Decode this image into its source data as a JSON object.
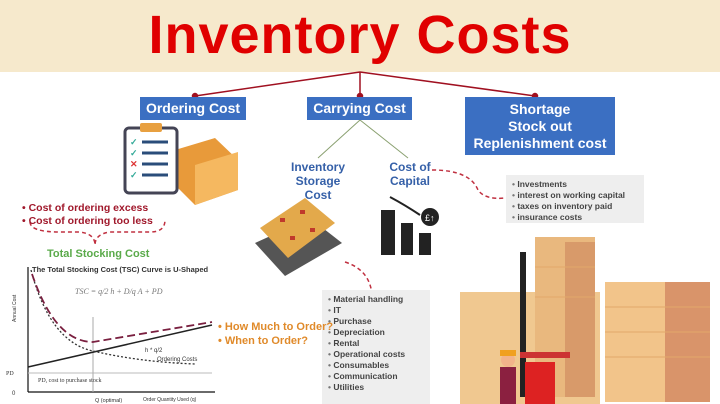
{
  "title": "Inventory Costs",
  "categories": {
    "ordering": "Ordering Cost",
    "carrying": "Carrying Cost",
    "shortage": [
      "Shortage",
      "Stock out",
      "Replenishment cost"
    ]
  },
  "carrying_sub": {
    "storage": [
      "Inventory",
      "Storage Cost"
    ],
    "capital": [
      "Cost of",
      "Capital"
    ]
  },
  "ordering_points": [
    "Cost of ordering excess",
    "Cost of ordering too less"
  ],
  "total_stocking_label": "Total Stocking Cost",
  "capital_list": [
    "Investments",
    "interest on working capital",
    "taxes on inventory paid",
    "insurance costs"
  ],
  "storage_list": [
    "Material handling",
    "IT",
    "Purchase",
    "Depreciation",
    "Rental",
    "Operational costs",
    "Consumables",
    "Communication",
    "Utilities"
  ],
  "questions": [
    "How Much to Order?",
    "When to Order?"
  ],
  "chart": {
    "title": "The Total Stocking Cost (TSC) Curve is U-Shaped",
    "formula": "TSC = q/2 h + D/q A + PD",
    "ylabel": "Annual Cost",
    "xlabel": "Order Quantity Used (q)",
    "holding_label": "h * q/2",
    "ordering_label": "Ordering Costs",
    "pd_label": "PD",
    "pd_line_label": "PD, cost to purchase stock",
    "origin": "0",
    "q_label": "Q (optimal)"
  },
  "colors": {
    "title": "#e00000",
    "banner": "#f6e9cc",
    "box": "#3b6fc2",
    "sub": "#3560a8",
    "points": "#a0182b",
    "green": "#5aaa4a",
    "orange": "#e08a2a"
  }
}
